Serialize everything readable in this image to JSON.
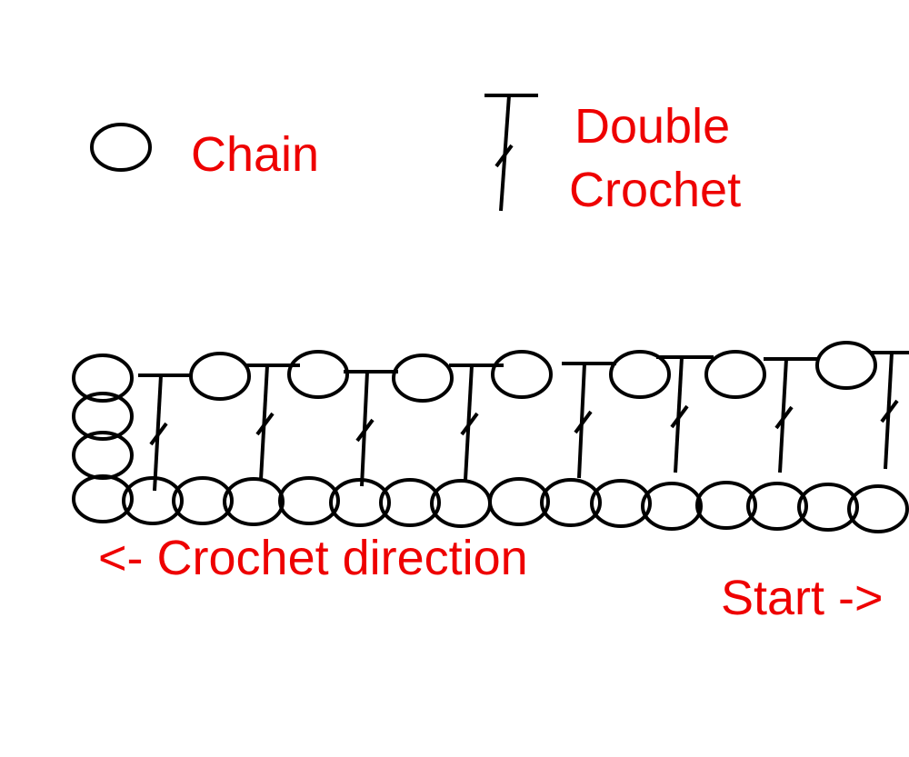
{
  "legend": {
    "chain_label": "Chain",
    "double_crochet_label_line1": "Double",
    "double_crochet_label_line2": "Crochet"
  },
  "annotations": {
    "direction": "<- Crochet direction",
    "start": "Start ->"
  },
  "colors": {
    "text": "#ee0000",
    "symbols": "#000000"
  }
}
